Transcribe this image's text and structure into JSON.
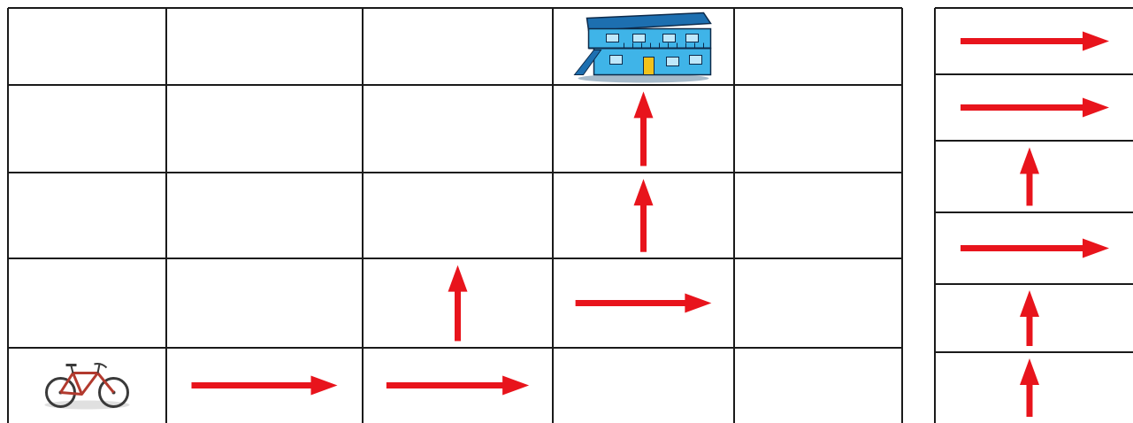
{
  "colors": {
    "arrow": "#e8141c",
    "grid_line": "#1a1a1a",
    "background": "#ffffff",
    "house_body": "#3fb4e8",
    "house_roof": "#1d6fb0",
    "house_outline": "#0d2a4a",
    "house_door": "#f2c21b",
    "bike_frame": "#b23a2e",
    "bike_wheel": "#3a3a3a"
  },
  "grid": {
    "rows": 5,
    "cols": 5,
    "cells": [
      {
        "row": 0,
        "col": 3,
        "icon": "house-icon"
      },
      {
        "row": 1,
        "col": 3,
        "icon": "arrow-up-icon"
      },
      {
        "row": 2,
        "col": 3,
        "icon": "arrow-up-icon"
      },
      {
        "row": 3,
        "col": 2,
        "icon": "arrow-up-icon"
      },
      {
        "row": 3,
        "col": 3,
        "icon": "arrow-right-icon"
      },
      {
        "row": 4,
        "col": 0,
        "icon": "bicycle-icon"
      },
      {
        "row": 4,
        "col": 1,
        "icon": "arrow-right-icon"
      },
      {
        "row": 4,
        "col": 2,
        "icon": "arrow-right-icon"
      }
    ]
  },
  "direction_sequence": [
    "arrow-right-icon",
    "arrow-right-icon",
    "arrow-up-icon",
    "arrow-right-icon",
    "arrow-up-icon",
    "arrow-up-icon"
  ]
}
